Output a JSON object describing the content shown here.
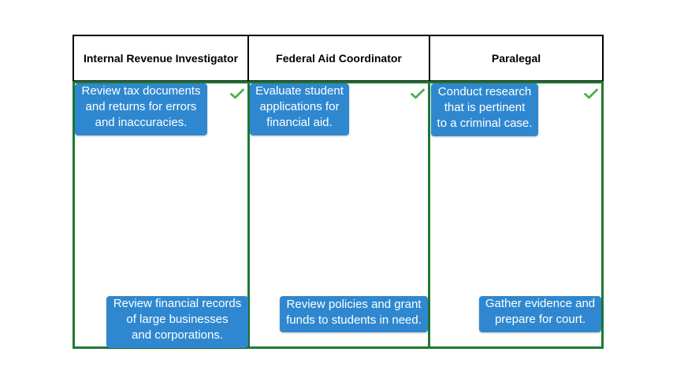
{
  "columns": [
    {
      "header": "Internal Revenue Investigator",
      "cards": [
        "Review tax documents\nand returns for errors\nand inaccuracies.",
        "Review financial records\nof large businesses\nand corporations."
      ],
      "correct": true
    },
    {
      "header": "Federal Aid Coordinator",
      "cards": [
        "Evaluate student\napplications for\nfinancial aid.",
        "Review policies and grant\nfunds to students in need."
      ],
      "correct": true
    },
    {
      "header": "Paralegal",
      "cards": [
        "Conduct research\nthat is pertinent\nto a criminal case.",
        "Gather evidence and\nprepare for court."
      ],
      "correct": true
    }
  ],
  "icons": {
    "correct_indicator": "checkmark-icon"
  },
  "colors": {
    "card_bg": "#2f88cf",
    "card_text": "#ffffff",
    "zone_border": "#1e7a34",
    "check": "#4caf50",
    "header_border": "#000000"
  }
}
